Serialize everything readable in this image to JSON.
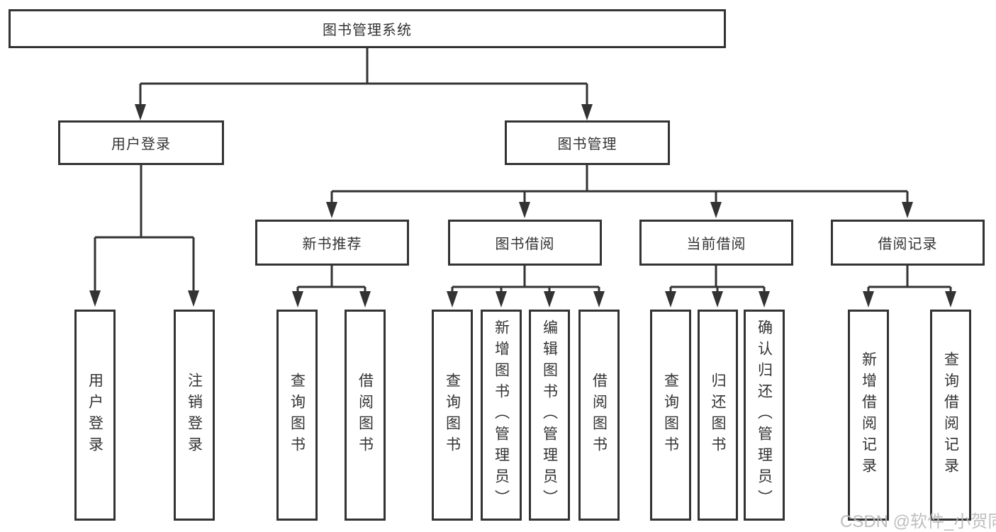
{
  "colors": {
    "line": "#333333",
    "text": "#333333",
    "box_background": "#ffffff",
    "watermark": "#b9b9b9"
  },
  "watermark": "CSDN @软件_小贺同学",
  "tree": {
    "root": "图书管理系统",
    "branches": [
      {
        "label": "用户登录",
        "children": [
          "用户登录",
          "注销登录"
        ]
      },
      {
        "label": "图书管理",
        "sections": [
          {
            "label": "新书推荐",
            "children": [
              "查询图书",
              "借阅图书"
            ]
          },
          {
            "label": "图书借阅",
            "children": [
              "查询图书",
              "新增图书（管理员）",
              "编辑图书（管理员）",
              "借阅图书"
            ]
          },
          {
            "label": "当前借阅",
            "children": [
              "查询图书",
              "归还图书",
              "确认归还（管理员）"
            ]
          },
          {
            "label": "借阅记录",
            "children": [
              "新增借阅记录",
              "查询借阅记录"
            ]
          }
        ]
      }
    ]
  }
}
